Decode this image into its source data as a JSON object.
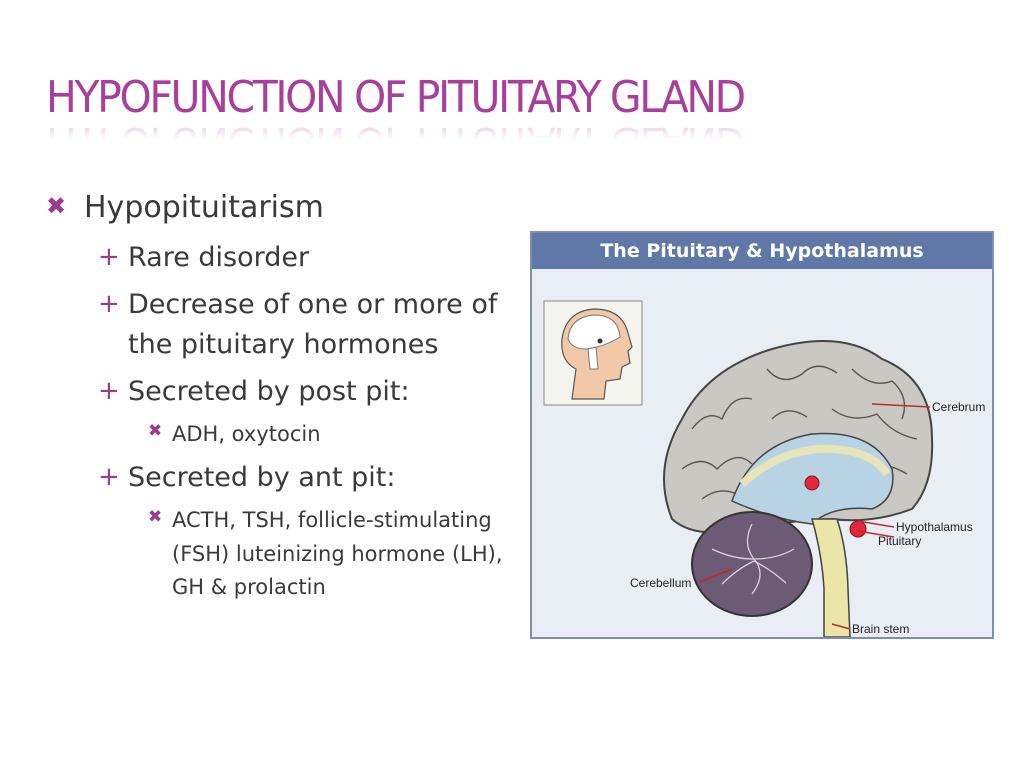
{
  "slide": {
    "title": "HYPOFUNCTION OF PITUITARY GLAND",
    "bullets": {
      "main": "Hypopituitarism",
      "sub1": "Rare disorder",
      "sub2": "Decrease of one or more of the pituitary hormones",
      "sub3": "Secreted by post pit:",
      "sub3_detail": "ADH, oxytocin",
      "sub4": "Secreted by ant pit:",
      "sub4_detail": "ACTH, TSH, follicle-stimulating (FSH) luteinizing hormone (LH), GH & prolactin"
    },
    "figure": {
      "title": "The Pituitary & Hypothalamus",
      "labels": {
        "cerebrum": "Cerebrum",
        "hypothalamus": "Hypothalamus",
        "pituitary": "Pituitary",
        "cerebellum": "Cerebellum",
        "brain_stem": "Brain stem"
      }
    },
    "icons": {
      "level1": "x-mark-icon",
      "level2": "plus-icon",
      "level3": "x-mark-icon"
    },
    "colors": {
      "title": "#a93f9c",
      "bullet": "#9b3a8f",
      "text": "#3a3a3a",
      "figure_header": "#5f78a8"
    }
  }
}
